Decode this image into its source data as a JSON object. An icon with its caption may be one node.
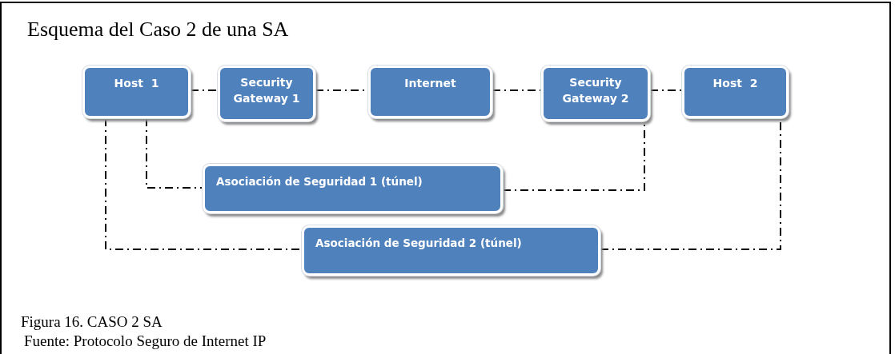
{
  "diagram": {
    "title": "Esquema del Caso 2 de una SA",
    "nodes": [
      {
        "text": [
          "Host  1"
        ]
      },
      {
        "text": [
          "Security Gateway 1"
        ]
      },
      {
        "text": [
          "Internet"
        ]
      },
      {
        "text": [
          "Security Gateway 2"
        ]
      },
      {
        "text": [
          "Host  2"
        ]
      },
      {
        "text": [
          "Asociación de Seguridad 1 (túnel)"
        ]
      },
      {
        "text": [
          "Asociación de Seguridad 2 (túnel)"
        ]
      }
    ],
    "edges": [
      {
        "from": 0,
        "to": 1,
        "arrow": "none",
        "style": "dashed"
      },
      {
        "from": 1,
        "to": 2,
        "arrow": "none",
        "style": "dashed"
      },
      {
        "from": 2,
        "to": 3,
        "arrow": "none",
        "style": "dashed"
      },
      {
        "from": 3,
        "to": 4,
        "arrow": "none",
        "style": "dashed"
      },
      {
        "from": 0,
        "to": 5,
        "arrow": "none",
        "style": "dashed"
      },
      {
        "from": 5,
        "to": 3,
        "arrow": "none",
        "style": "dashed"
      },
      {
        "from": 0,
        "to": 6,
        "arrow": "none",
        "style": "dashed"
      },
      {
        "from": 6,
        "to": 4,
        "arrow": "none",
        "style": "dashed"
      }
    ],
    "labels": [
      "Figura 16. CASO 2 SA",
      "Fuente: Protocolo Seguro de Internet IP"
    ]
  }
}
